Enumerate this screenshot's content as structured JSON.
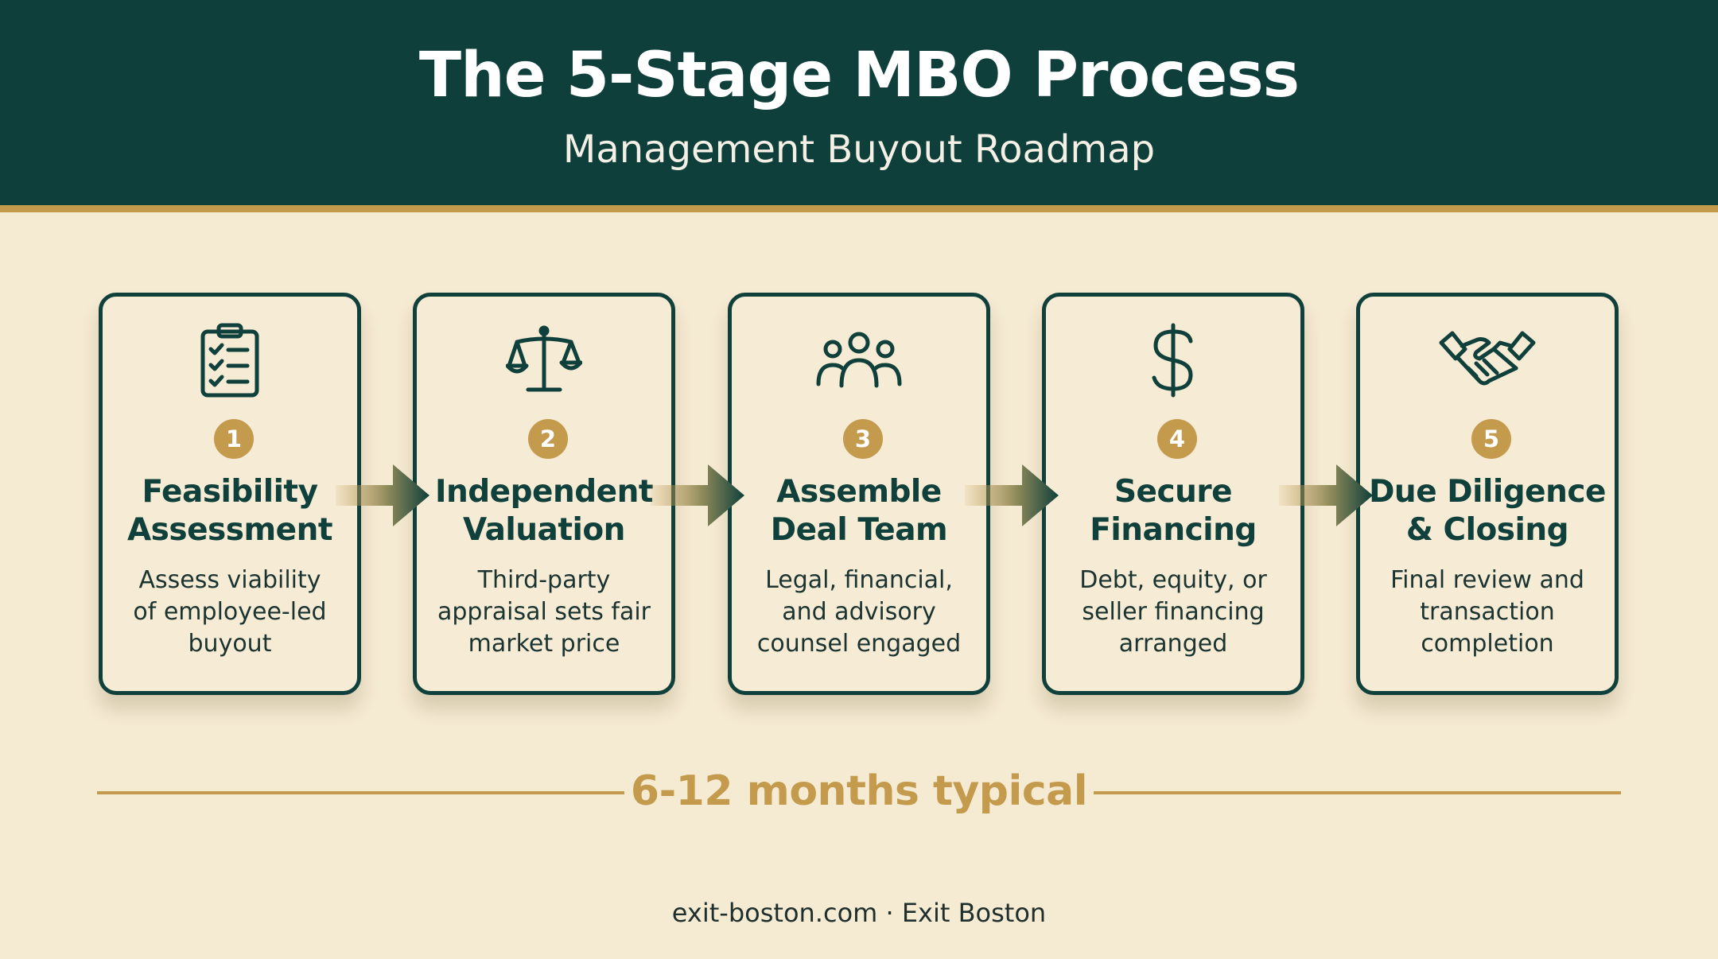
{
  "header": {
    "title": "The 5-Stage MBO Process",
    "subtitle": "Management Buyout Roadmap"
  },
  "colors": {
    "primary": "#0f3f3b",
    "accent": "#c49a4d",
    "background": "#f5ead2"
  },
  "stages": [
    {
      "number": "1",
      "icon": "clipboard-checklist-icon",
      "title_lines": [
        "Feasibility",
        "Assessment"
      ],
      "desc_lines": [
        "Assess viability",
        "of employee-led",
        "buyout"
      ]
    },
    {
      "number": "2",
      "icon": "balance-scale-icon",
      "title_lines": [
        "Independent",
        "Valuation"
      ],
      "desc_lines": [
        "Third-party",
        "appraisal sets fair",
        "market price"
      ]
    },
    {
      "number": "3",
      "icon": "team-people-icon",
      "title_lines": [
        "Assemble",
        "Deal Team"
      ],
      "desc_lines": [
        "Legal, financial,",
        "and advisory",
        "counsel engaged"
      ]
    },
    {
      "number": "4",
      "icon": "dollar-sign-icon",
      "title_lines": [
        "Secure",
        "Financing"
      ],
      "desc_lines": [
        "Debt, equity, or",
        "seller financing",
        "arranged"
      ]
    },
    {
      "number": "5",
      "icon": "handshake-icon",
      "title_lines": [
        "Due Diligence",
        "& Closing"
      ],
      "desc_lines": [
        "Final review and",
        "transaction",
        "completion"
      ]
    }
  ],
  "timeline": {
    "label": "6-12 months typical"
  },
  "footer": {
    "text": "exit-boston.com · Exit Boston"
  }
}
